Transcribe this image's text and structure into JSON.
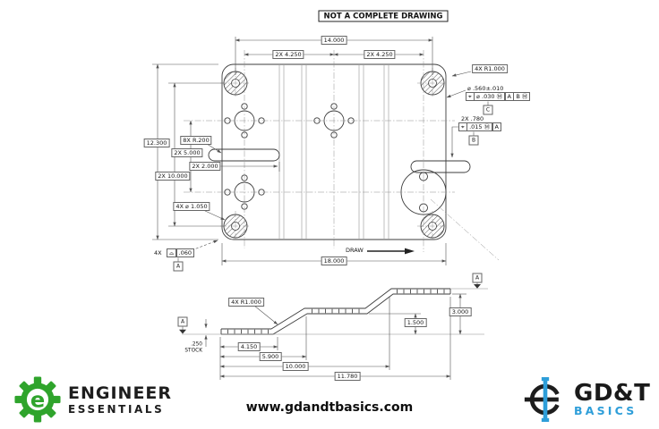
{
  "banner": "NOT A COMPLETE DRAWING",
  "top_view": {
    "width_dim": "14.000",
    "spacing_left": "2X 4.250",
    "spacing_right": "2X 4.250",
    "height_dim": "12.300",
    "hole_span": "2X 10.000",
    "row_spacing": "2X 5.000",
    "notch_depth": "2X 2.000",
    "notch_radius": "8X R.200",
    "corner_hole": "4X ⌀ 1.050",
    "corner_radius": "4X R1.000",
    "length_dim": "18.000",
    "draw_label": "DRAW",
    "hole_callout": {
      "size": "⌀ .560±.010",
      "fcf": [
        "⌖",
        "⌀ .030 Ⓜ",
        "A",
        "B Ⓜ"
      ],
      "datum": "C"
    },
    "slot_callout": {
      "size": "2X .780",
      "fcf": [
        "⌖",
        ".015 Ⓜ",
        "A"
      ],
      "datum": "B"
    },
    "profile_callout": {
      "qty": "4X",
      "fcf": [
        "⌓",
        ".060"
      ],
      "datum": "A"
    }
  },
  "side_view": {
    "bend_radius": "4X R1.000",
    "datum_left": "A",
    "datum_right": "A",
    "stock_line1": ".250",
    "stock_line2": "STOCK",
    "dim_1": "4.150",
    "dim_2": "5.900",
    "dim_3": "10.000",
    "dim_4": "11.780",
    "height_mid": "1.500",
    "height_top": "3.000"
  },
  "footer": {
    "brand_left_line1": "ENGINEER",
    "brand_left_line2": "ESSENTIALS",
    "url": "www.gdandtbasics.com",
    "brand_right_line1": "GD&T",
    "brand_right_line2": "BASICS",
    "colors": {
      "green": "#2fa42c",
      "blue": "#2e9ed9",
      "ink": "#1d1d1d"
    }
  }
}
